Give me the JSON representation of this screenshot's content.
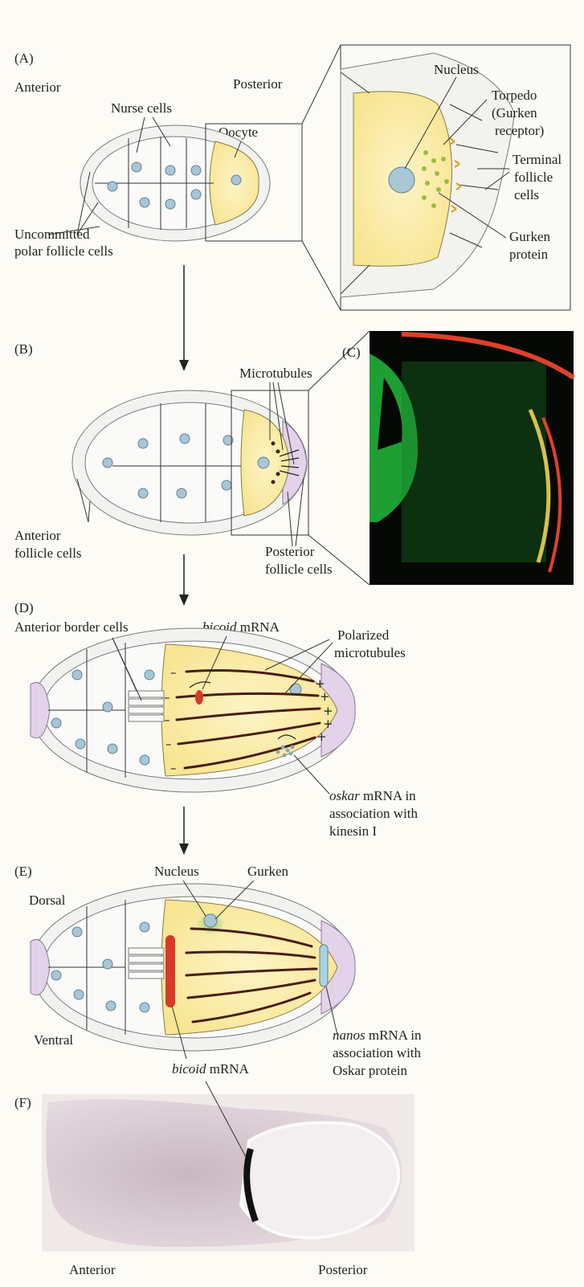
{
  "panels": {
    "A": {
      "letter": "(A)",
      "anterior": "Anterior",
      "posterior": "Posterior",
      "nurse_cells": "Nurse cells",
      "oocyte": "Oocyte",
      "uncommitted_1": "Uncommitted",
      "uncommitted_2": "polar follicle cells",
      "nucleus": "Nucleus",
      "torpedo_1": "Torpedo",
      "torpedo_2": "(Gurken",
      "torpedo_3": "receptor)",
      "terminal_1": "Terminal",
      "terminal_2": "follicle",
      "terminal_3": "cells",
      "gurken_1": "Gurken",
      "gurken_2": "protein"
    },
    "B": {
      "letter": "(B)",
      "microtubules": "Microtubules",
      "anterior_1": "Anterior",
      "anterior_2": "follicle cells",
      "posterior_1": "Posterior",
      "posterior_2": "follicle cells"
    },
    "C": {
      "letter": "(C)"
    },
    "D": {
      "letter": "(D)",
      "border_cells": "Anterior border cells",
      "bicoid_italic": "bicoid",
      "bicoid_rest": " mRNA",
      "polarized_1": "Polarized",
      "polarized_2": "microtubules",
      "oskar_italic": "oskar",
      "oskar_rest": " mRNA in",
      "oskar_2": "association with",
      "oskar_3": "kinesin I"
    },
    "E": {
      "letter": "(E)",
      "nucleus": "Nucleus",
      "gurken": "Gurken",
      "dorsal": "Dorsal",
      "ventral": "Ventral",
      "bicoid_italic": "bicoid",
      "bicoid_rest": " mRNA",
      "nanos_italic": "nanos",
      "nanos_rest": " mRNA in",
      "nanos_2": "association with",
      "nanos_3": "Oskar protein"
    },
    "F": {
      "letter": "(F)",
      "anterior": "Anterior",
      "posterior": "Posterior"
    }
  },
  "colors": {
    "oocyte_yellow": "#fbefb0",
    "nucleus_blue": "#a9c6d6",
    "posterior_follicle": "#e3d2ea",
    "gurken_green": "#9bbf3c",
    "bicoid_red": "#d83a2a",
    "fluor_green": "#1ec43a",
    "fluor_red": "#e0402a"
  }
}
